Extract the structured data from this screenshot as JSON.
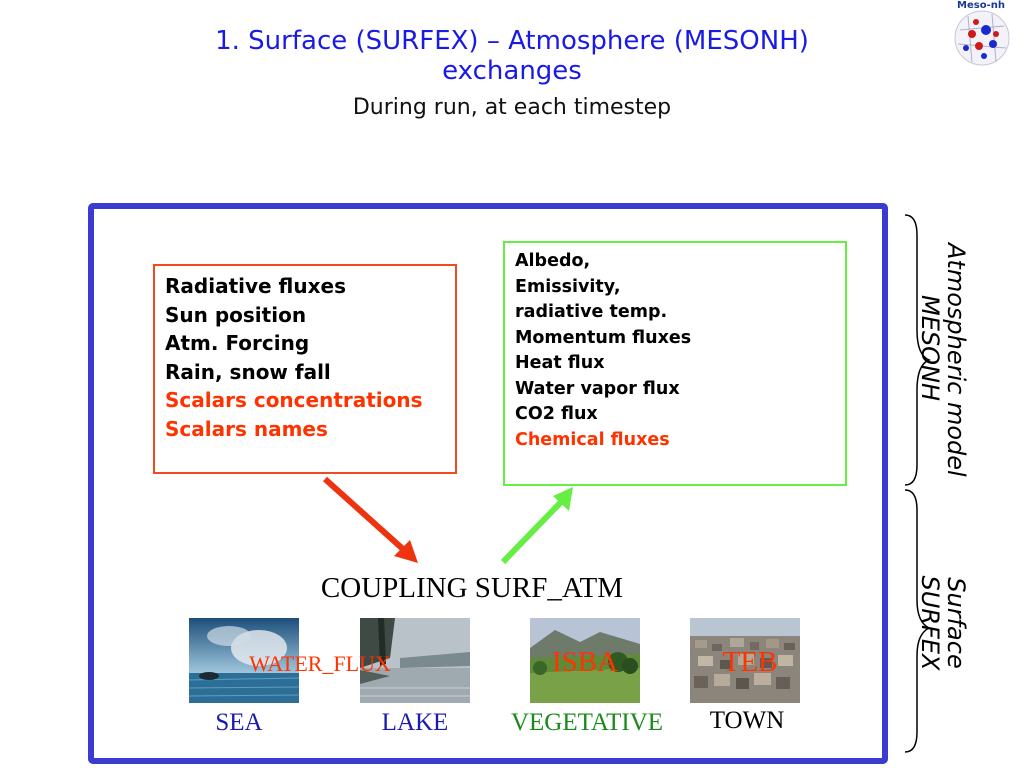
{
  "slide": {
    "title_line1": "1. Surface (SURFEX) – Atmosphere (MESONH)",
    "title_line2": "exchanges",
    "subtitle": "During run, at each timestep",
    "logo_text": "Meso-nh"
  },
  "input_box": {
    "lines": [
      "Radiative fluxes",
      "Sun position",
      "Atm. Forcing",
      "Rain, snow fall"
    ],
    "highlighted_lines": [
      "Scalars concentrations",
      "Scalars names"
    ]
  },
  "output_box": {
    "lines": [
      "Albedo,",
      "Emissivity,",
      "radiative temp.",
      "Momentum fluxes",
      "Heat flux",
      "Water vapor flux",
      "CO2 flux"
    ],
    "highlighted_lines": [
      "Chemical fluxes"
    ]
  },
  "coupling_label": "COUPLING SURF_ATM",
  "surfaces": [
    {
      "scheme": "WATER_FLUX",
      "category": "SEA",
      "color": "#1a1ab0"
    },
    {
      "scheme": "",
      "category": "LAKE",
      "color": "#1a1ab0"
    },
    {
      "scheme": "ISBA",
      "category": "VEGETATIVE",
      "color": "#1a8a1a"
    },
    {
      "scheme": "TEB",
      "category": "TOWN",
      "color": "#000000"
    }
  ],
  "side_labels": {
    "atmosphere_line1": "Atmospheric model",
    "atmosphere_line2": "MESONH",
    "surface_line1": "Surface",
    "surface_line2": "SURFEX"
  },
  "colors": {
    "title": "#1a1ae6",
    "frame": "#3b3bd0",
    "input_border": "#f04a1e",
    "output_border": "#66ee44",
    "highlight": "#ff3300",
    "arrow_down": "#ee3311",
    "arrow_up": "#66ee44"
  }
}
